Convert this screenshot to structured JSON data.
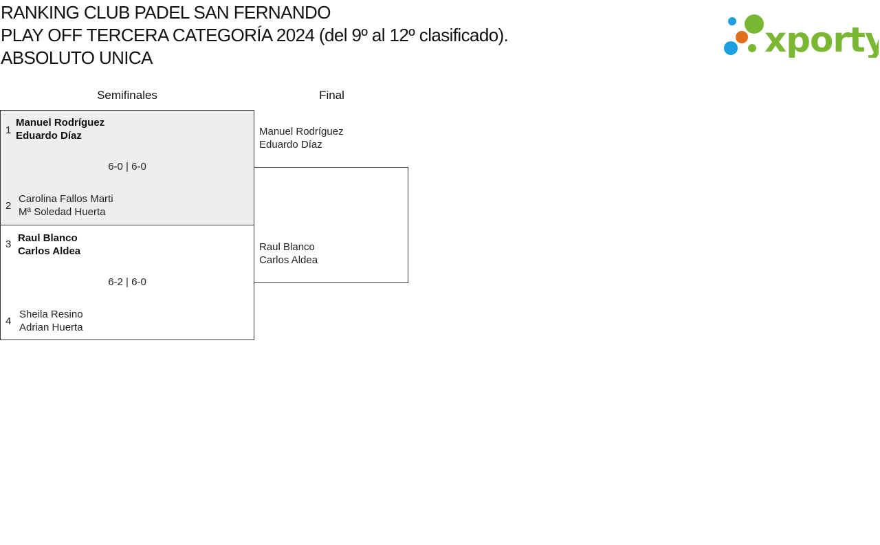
{
  "header": {
    "title_lines": [
      "RANKING CLUB PADEL SAN FERNANDO",
      "PLAY OFF TERCERA CATEGORÍA 2024 (del 9º al 12º clasificado).",
      "ABSOLUTO UNICA"
    ],
    "logo": {
      "text": "xporty",
      "icon": "xporty-logo-icon",
      "colors": {
        "green": "#7ab833",
        "blue": "#1aa0e0",
        "orange": "#e2701a"
      }
    }
  },
  "rounds": [
    {
      "label": "Semifinales"
    },
    {
      "label": "Final"
    }
  ],
  "semifinals": [
    {
      "score": "6-0 | 6-0",
      "teams": [
        {
          "seed": "1",
          "players": [
            "Manuel Rodríguez",
            "Eduardo Díaz"
          ],
          "winner": true
        },
        {
          "seed": "2",
          "players": [
            "Carolina Fallos Marti",
            "Mª Soledad Huerta"
          ],
          "winner": false
        }
      ]
    },
    {
      "score": "6-2 | 6-0",
      "teams": [
        {
          "seed": "3",
          "players": [
            "Raul Blanco",
            "Carlos Aldea"
          ],
          "winner": true
        },
        {
          "seed": "4",
          "players": [
            "Sheila Resino",
            "Adrian Huerta"
          ],
          "winner": false
        }
      ]
    }
  ],
  "final": {
    "teams": [
      {
        "players": [
          "Manuel Rodríguez",
          "Eduardo Díaz"
        ]
      },
      {
        "players": [
          "Raul Blanco",
          "Carlos Aldea"
        ]
      }
    ]
  },
  "colors": {
    "shaded_match": "#eeeeee",
    "border": "#333333"
  }
}
